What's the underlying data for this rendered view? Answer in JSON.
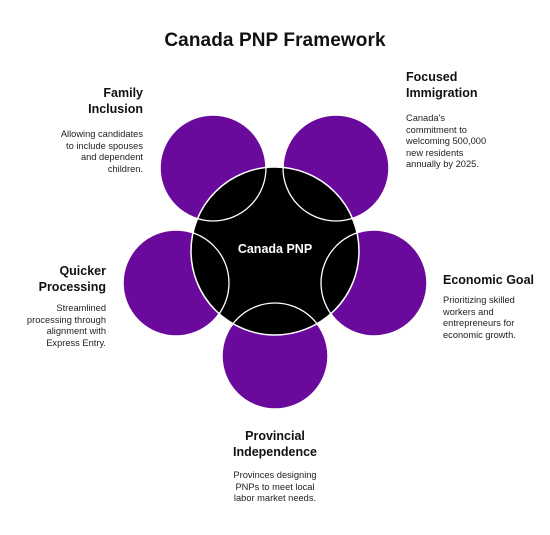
{
  "title": "Canada PNP Framework",
  "center": {
    "label": "Canada PNP",
    "fill": "#000000"
  },
  "colors": {
    "petal": "#6a0a9c",
    "outline": "#ffffff"
  },
  "nodes": [
    {
      "id": "family-inclusion",
      "heading": "Family\nInclusion",
      "description": "Allowing candidates\nto include spouses\nand dependent\nchildren."
    },
    {
      "id": "focused-immigration",
      "heading": "Focused\nImmigration",
      "description": "Canada's\ncommitment to\nwelcoming 500,000\nnew residents\nannually by 2025."
    },
    {
      "id": "economic-goal",
      "heading": "Economic Goal",
      "description": "Prioritizing skilled\nworkers and\nentrepreneurs for\neconomic growth."
    },
    {
      "id": "provincial-independence",
      "heading": "Provincial\nIndependence",
      "description": "Provinces designing\nPNPs to meet local\nlabor market needs."
    },
    {
      "id": "quicker-processing",
      "heading": "Quicker\nProcessing",
      "description": "Streamlined\nprocessing through\nalignment with\nExpress Entry."
    }
  ]
}
